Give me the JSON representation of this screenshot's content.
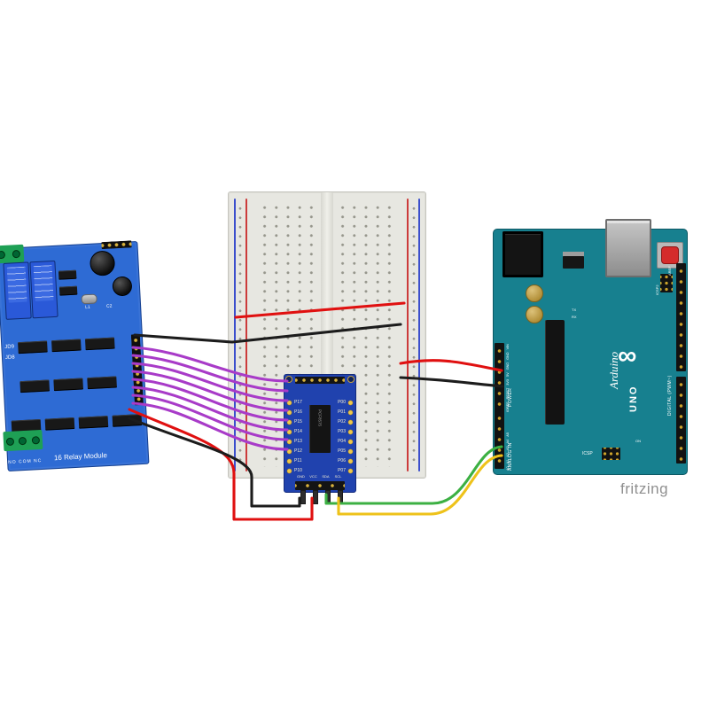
{
  "watermark": "fritzing",
  "relay_module": {
    "name": "16 Relay Module",
    "jumper_labels": [
      "JD9",
      "JD8"
    ],
    "terminal_labels": "NO COM NC",
    "small_labels": [
      "L1",
      "C2"
    ]
  },
  "io_expander": {
    "chip_label": "PCF8575",
    "left_pins": [
      "P17",
      "P16",
      "P15",
      "P14",
      "P13",
      "P12",
      "P11",
      "P10"
    ],
    "right_pins": [
      "P00",
      "P01",
      "P02",
      "P03",
      "P04",
      "P05",
      "P06",
      "P07"
    ],
    "bottom_pins": [
      "GND",
      "VCC",
      "SDA",
      "SCL"
    ]
  },
  "arduino": {
    "brand": "Arduino",
    "model": "UNO",
    "icsp_label": "ICSP",
    "icsp2_label": "ICSP2",
    "power_label": "POWER",
    "analog_label": "ANALOG IN",
    "digital_label": "DIGITAL (PWM~)",
    "aref_label": "AREF",
    "tx_label": "TX",
    "rx_label": "RX",
    "on_label": "ON",
    "power_pins": [
      "IOREF",
      "RESET",
      "3V3",
      "5V",
      "GND",
      "GND",
      "VIN"
    ],
    "analog_pins": [
      "A0",
      "A1",
      "A2",
      "A3",
      "A4",
      "A5"
    ]
  },
  "colors": {
    "relay-blue": "#2e6bd4",
    "expander-blue": "#2042ae",
    "arduino-teal": "#17808f",
    "breadboard": "#e7e7e1",
    "rail-red": "#cc3b3b",
    "rail-blue": "#3b4fcc",
    "wire-purple": "#a83bc8",
    "wire-red": "#e01010",
    "wire-black": "#1c1c1c",
    "wire-yellow": "#eec21a",
    "wire-green": "#3cb043"
  }
}
